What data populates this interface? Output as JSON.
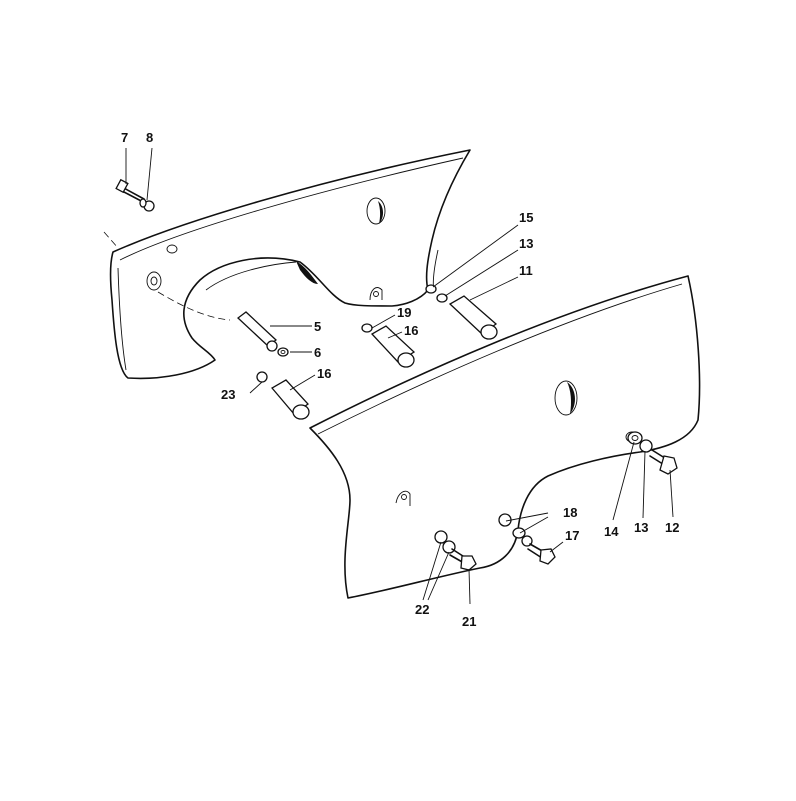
{
  "callouts": [
    {
      "id": "c7",
      "label": "7"
    },
    {
      "id": "c8",
      "label": "8"
    },
    {
      "id": "c15",
      "label": "15"
    },
    {
      "id": "c13a",
      "label": "13"
    },
    {
      "id": "c11",
      "label": "11"
    },
    {
      "id": "c5",
      "label": "5"
    },
    {
      "id": "c19",
      "label": "19"
    },
    {
      "id": "c16a",
      "label": "16"
    },
    {
      "id": "c6",
      "label": "6"
    },
    {
      "id": "c23",
      "label": "23"
    },
    {
      "id": "c16b",
      "label": "16"
    },
    {
      "id": "c18",
      "label": "18"
    },
    {
      "id": "c17",
      "label": "17"
    },
    {
      "id": "c14",
      "label": "14"
    },
    {
      "id": "c13b",
      "label": "13"
    },
    {
      "id": "c12",
      "label": "12"
    },
    {
      "id": "c22",
      "label": "22"
    },
    {
      "id": "c21",
      "label": "21"
    }
  ]
}
